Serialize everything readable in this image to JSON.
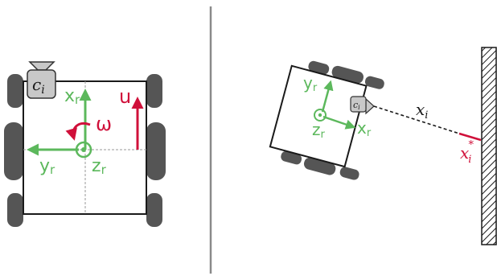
{
  "left_panel": {
    "camera_label": "c",
    "camera_sub": "i",
    "axis_x": "x",
    "axis_x_sub": "r",
    "axis_y": "y",
    "axis_y_sub": "r",
    "axis_z": "z",
    "axis_z_sub": "r",
    "velocity_label": "u",
    "rotation_label": "ω"
  },
  "right_panel": {
    "camera_label": "c",
    "camera_sub": "i",
    "axis_x": "x",
    "axis_x_sub": "r",
    "axis_y": "y",
    "axis_y_sub": "r",
    "axis_z": "z",
    "axis_z_sub": "r",
    "distance_label": "x",
    "distance_sub": "i",
    "target_label": "x",
    "target_sub": "i",
    "target_sup": "*"
  },
  "colors": {
    "axis_green": "#5cb85c",
    "accent_red": "#d0103a",
    "wheel_gray": "#555555",
    "camera_fill": "#c8c8c8",
    "divider": "#8a8a8a",
    "ink": "#1a1a1a"
  }
}
